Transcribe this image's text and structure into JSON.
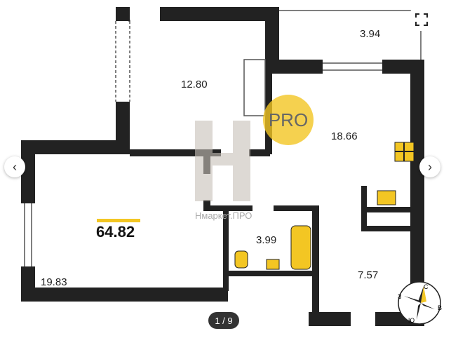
{
  "rooms": {
    "r1": "12.80",
    "r2": "3.94",
    "r3": "18.66",
    "r4": "19.83",
    "r5": "3.99",
    "r6": "7.57"
  },
  "total_area": "64.82",
  "watermark": {
    "badge": "PRO",
    "text": "Нмаркет.ПРО"
  },
  "compass": {
    "n": "С",
    "e": "В",
    "s": "Ю",
    "w": "З"
  },
  "viewer": {
    "counter": "1 / 9",
    "prev_icon": "‹",
    "next_icon": "›"
  },
  "colors": {
    "accent": "#f3c623",
    "wall": "#222222"
  }
}
